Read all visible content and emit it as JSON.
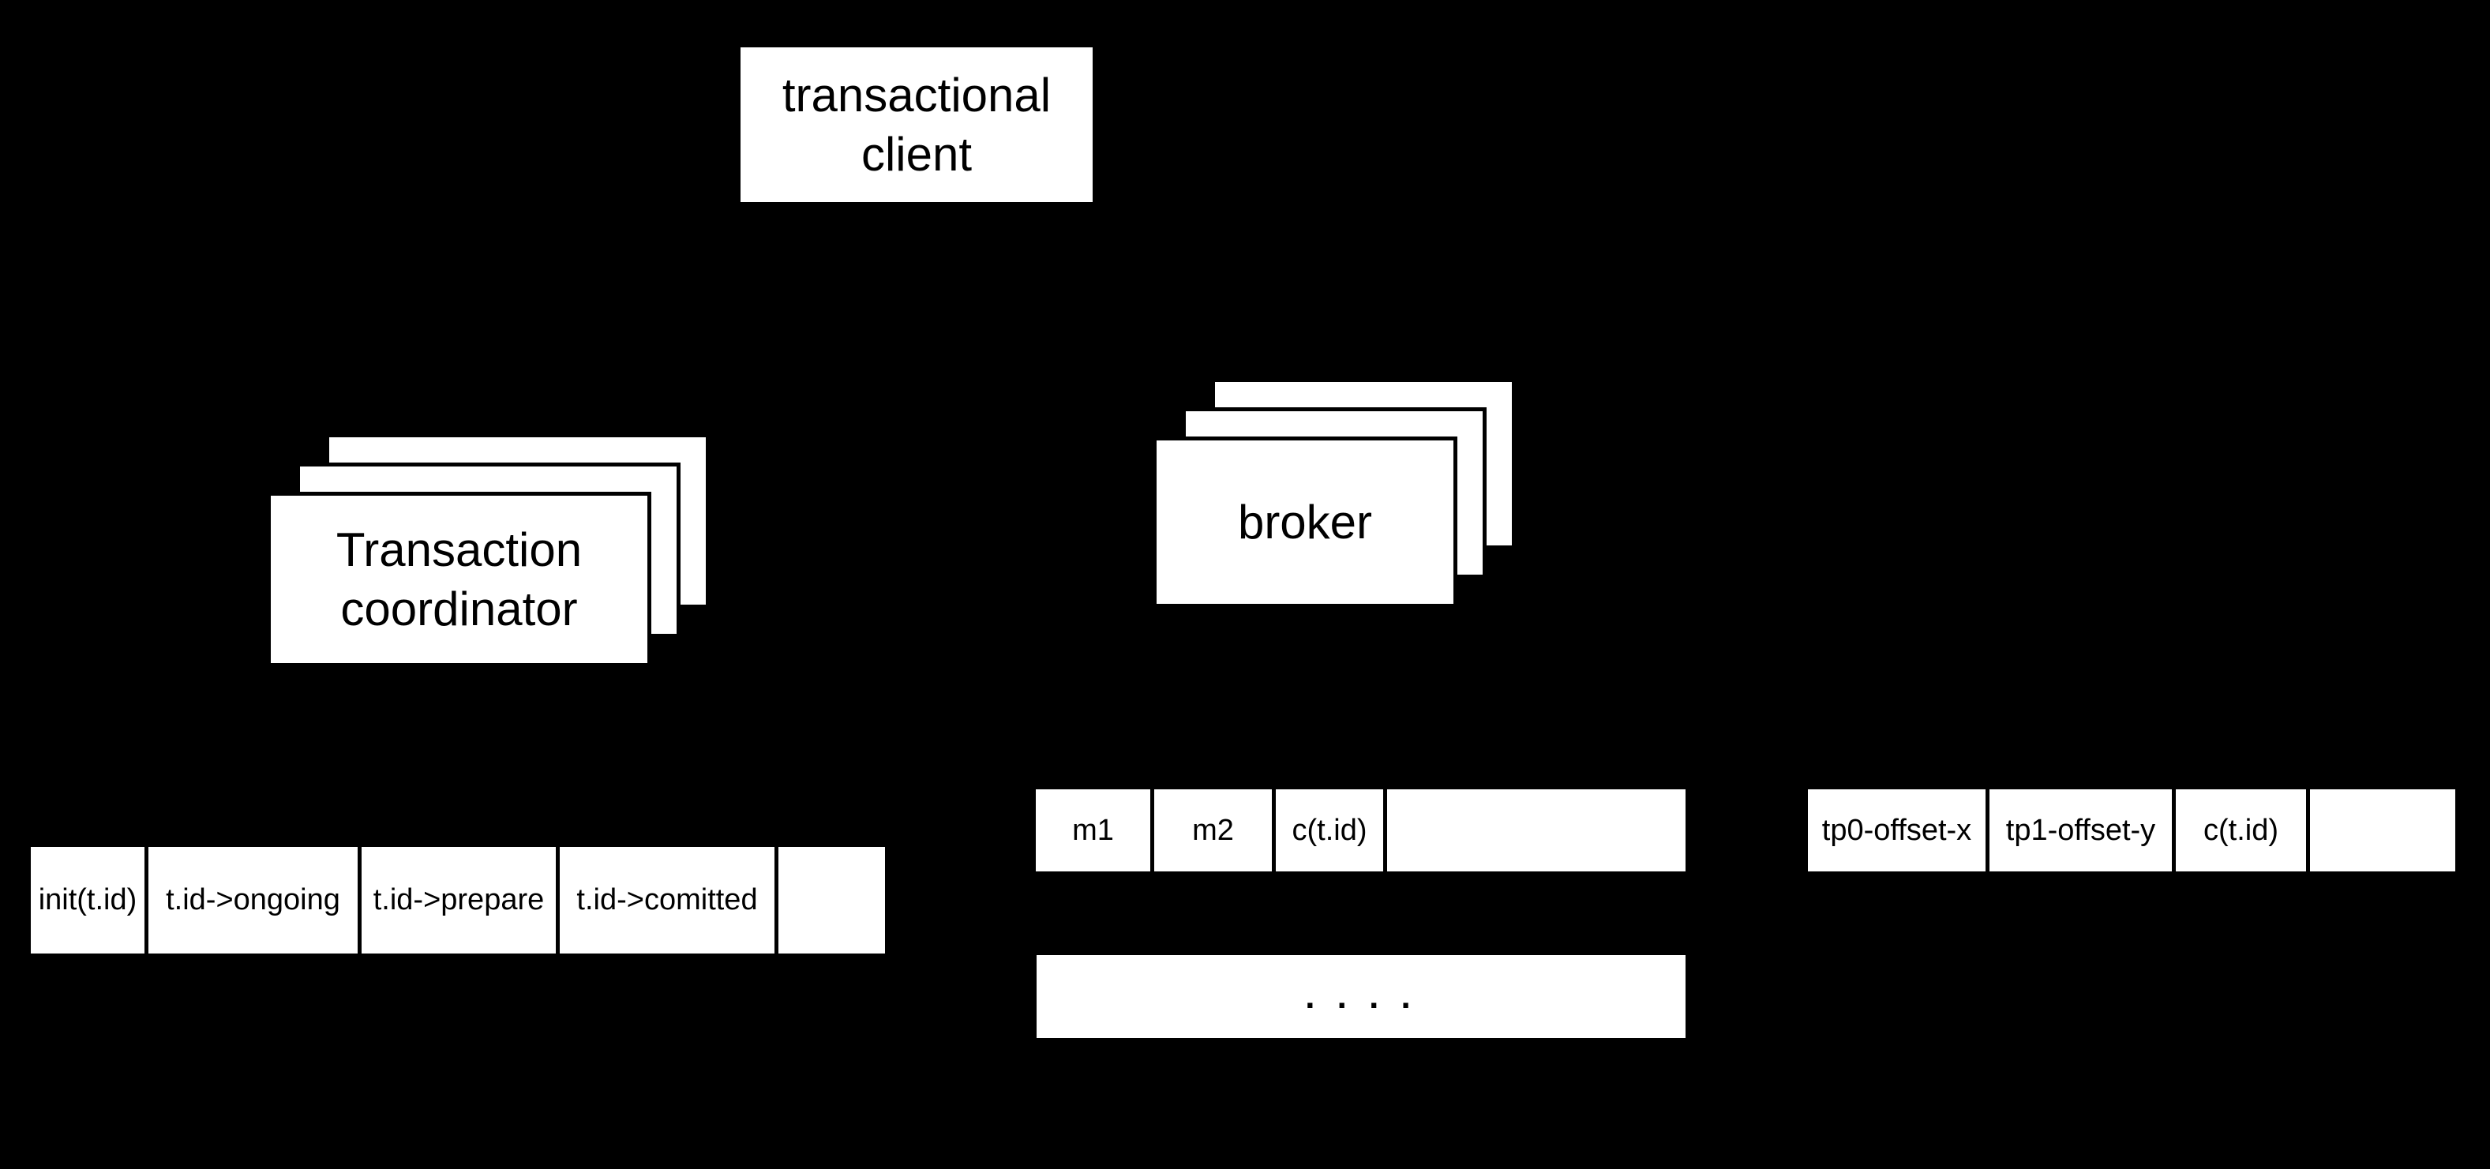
{
  "colors": {
    "background": "#000000",
    "box_fill": "#ffffff",
    "box_border": "#000000",
    "text": "#000000"
  },
  "nodes": {
    "client": {
      "label": "transactional client"
    },
    "coordinator": {
      "label": "Transaction coordinator",
      "stack_count": 3
    },
    "broker": {
      "label": "broker",
      "stack_count": 3
    }
  },
  "transaction_log": {
    "cells": [
      "init(t.id)",
      "t.id->ongoing",
      "t.id->prepare",
      "t.id->comitted",
      ""
    ]
  },
  "broker_partition": {
    "cells": [
      "m1",
      "m2",
      "c(t.id)",
      ""
    ]
  },
  "consumer_offsets": {
    "cells": [
      "tp0-offset-x",
      "tp1-offset-y",
      "c(t.id)",
      ""
    ]
  },
  "more_partitions": {
    "label": ". . . ."
  }
}
